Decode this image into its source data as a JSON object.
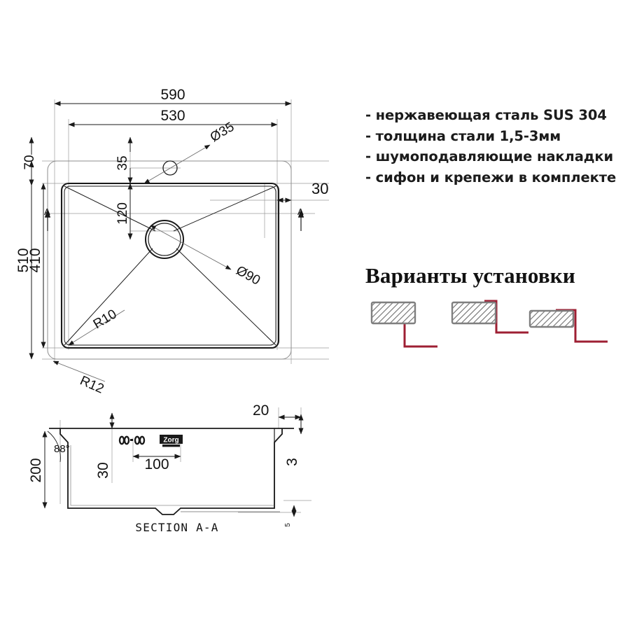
{
  "document": {
    "type": "technical-drawing",
    "product": "kitchen-sink",
    "brand_logo": "Zorg"
  },
  "specs": {
    "items": [
      "- нержавеющая сталь SUS 304",
      "- толщина стали 1,5-3мм",
      "- шумоподавляющие накладки",
      "- сифон и крепежи в комплекте"
    ]
  },
  "variants": {
    "title": "Варианты установки",
    "accent_color": "#9e1f33",
    "hatch_border_color": "#7f7f7f",
    "options": [
      {
        "name": "undermount",
        "label": ""
      },
      {
        "name": "flush-mount",
        "label": ""
      },
      {
        "name": "top-mount",
        "label": ""
      }
    ]
  },
  "plan_view": {
    "dimensions": {
      "outer_width": "590",
      "inner_width": "530",
      "outer_height": "510",
      "inner_height": "410",
      "top_offset": "70",
      "right_offset": "30",
      "faucet_hole": "Ø35",
      "faucet_offset": "35",
      "drain_hole": "Ø90",
      "drain_offset": "120",
      "inner_radius": "R10",
      "outer_radius": "R12"
    },
    "section_marks": {
      "left": "A",
      "right": "A"
    }
  },
  "section_view": {
    "title": "SECTION A-A",
    "dimensions": {
      "depth": "200",
      "wall_angle": "88°",
      "drain_recess": "30",
      "recess_width": "100",
      "rim_width": "20",
      "rim_thickness": "3",
      "bottom_thickness": "5"
    },
    "logo_text": "Zorg"
  },
  "colors": {
    "line": "#1a1a1a",
    "thin_line": "#555555",
    "accent_red": "#9e1f33",
    "text": "#111111"
  }
}
